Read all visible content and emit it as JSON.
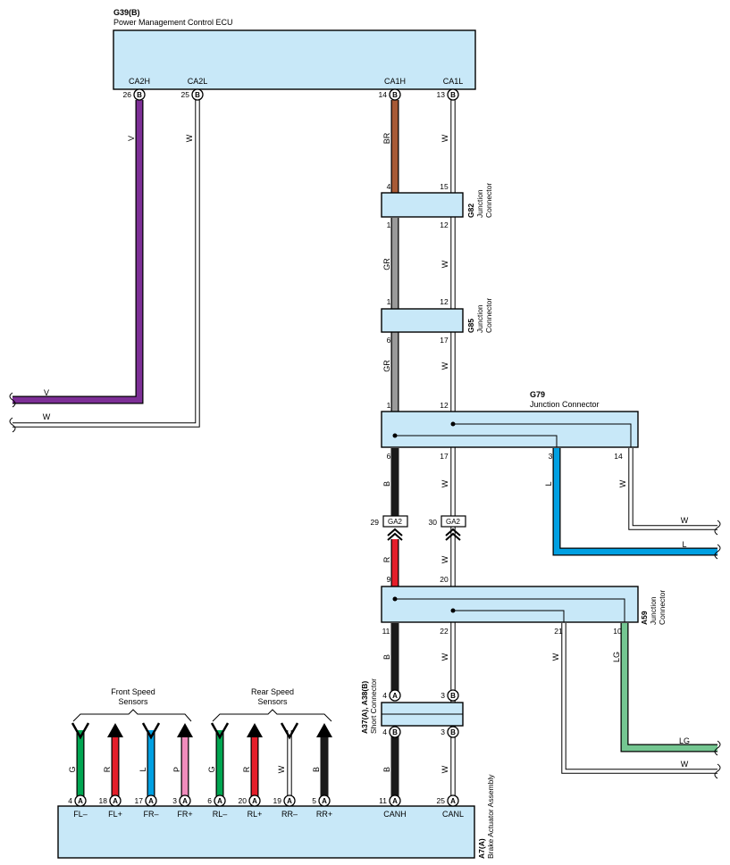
{
  "ecu": {
    "code": "G39(B)",
    "name": "Power Management Control ECU",
    "pins": [
      {
        "num": "26",
        "conn": "B",
        "label": "CA2H"
      },
      {
        "num": "25",
        "conn": "B",
        "label": "CA2L"
      },
      {
        "num": "14",
        "conn": "B",
        "label": "CA1H"
      },
      {
        "num": "13",
        "conn": "B",
        "label": "CA1L"
      }
    ]
  },
  "g82": {
    "code": "G82",
    "name1": "Junction",
    "name2": "Connector",
    "top": [
      "4",
      "15"
    ],
    "bottom": [
      "1",
      "12"
    ]
  },
  "g85": {
    "code": "G85",
    "name1": "Junction",
    "name2": "Connector",
    "top": [
      "1",
      "12"
    ],
    "bottom": [
      "6",
      "17"
    ]
  },
  "g79": {
    "code": "G79",
    "name": "Junction Connector",
    "top": [
      "1",
      "12"
    ],
    "bottom": [
      "6",
      "17",
      "3",
      "14"
    ]
  },
  "a59": {
    "code": "A59",
    "name1": "Junction",
    "name2": "Connector",
    "top": [
      "9",
      "20"
    ],
    "bottom": [
      "11",
      "22",
      "21",
      "10"
    ]
  },
  "short": {
    "code": "A37(A), A38(B)",
    "name": "Short Connector",
    "top": [
      "4",
      "3"
    ],
    "bottom": [
      "4",
      "3"
    ],
    "top_conn": [
      "A",
      "B"
    ],
    "bottom_conn": [
      "B",
      "B"
    ]
  },
  "inline": {
    "pins": [
      "29",
      "30"
    ],
    "label": "GA2"
  },
  "groups": {
    "front": [
      "Front Speed",
      "Sensors"
    ],
    "rear": [
      "Rear Speed",
      "Sensors"
    ]
  },
  "wire_colors": {
    "ca2h": "V",
    "ca2l": "W",
    "ca1h": "BR",
    "ca1l": "W",
    "s1_l": "GR",
    "s1_r": "W",
    "s2_l": "GR",
    "s2_r": "W",
    "s3_l": "B",
    "s3_r": "W",
    "s3_mid": "L",
    "s3_far": "W",
    "s4_l": "R",
    "s4_r": "W",
    "s5_l": "B",
    "s5_r": "W",
    "s5_mid": "W",
    "s5_far": "LG",
    "s6_l": "B",
    "s6_r": "W",
    "left_v": "V",
    "left_w": "W",
    "right_w1": "W",
    "right_l": "L",
    "right_lg": "LG",
    "right_w2": "W"
  },
  "colors": {
    "V": "#7d2f96",
    "BR": "#a75a36",
    "GR": "#9a9a9a",
    "B": "#1a1a1a",
    "R": "#e41e2a",
    "L": "#00a0e2",
    "LG": "#74c691",
    "G": "#00a651",
    "P": "#f08cbc",
    "W": "#ffffff",
    "box": "#c8e8f8"
  },
  "brake": {
    "code": "A7(A)",
    "name": "Brake Actuator Assembly",
    "pins": [
      {
        "num": "4",
        "conn": "A",
        "label": "FL–",
        "wire": "G"
      },
      {
        "num": "18",
        "conn": "A",
        "label": "FL+",
        "wire": "R"
      },
      {
        "num": "17",
        "conn": "A",
        "label": "FR–",
        "wire": "L"
      },
      {
        "num": "3",
        "conn": "A",
        "label": "FR+",
        "wire": "P"
      },
      {
        "num": "6",
        "conn": "A",
        "label": "RL–",
        "wire": "G"
      },
      {
        "num": "20",
        "conn": "A",
        "label": "RL+",
        "wire": "R"
      },
      {
        "num": "19",
        "conn": "A",
        "label": "RR–",
        "wire": "W"
      },
      {
        "num": "5",
        "conn": "A",
        "label": "RR+",
        "wire": "B"
      },
      {
        "num": "11",
        "conn": "A",
        "label": "CANH",
        "wire": "B"
      },
      {
        "num": "25",
        "conn": "A",
        "label": "CANL",
        "wire": "W"
      }
    ]
  }
}
